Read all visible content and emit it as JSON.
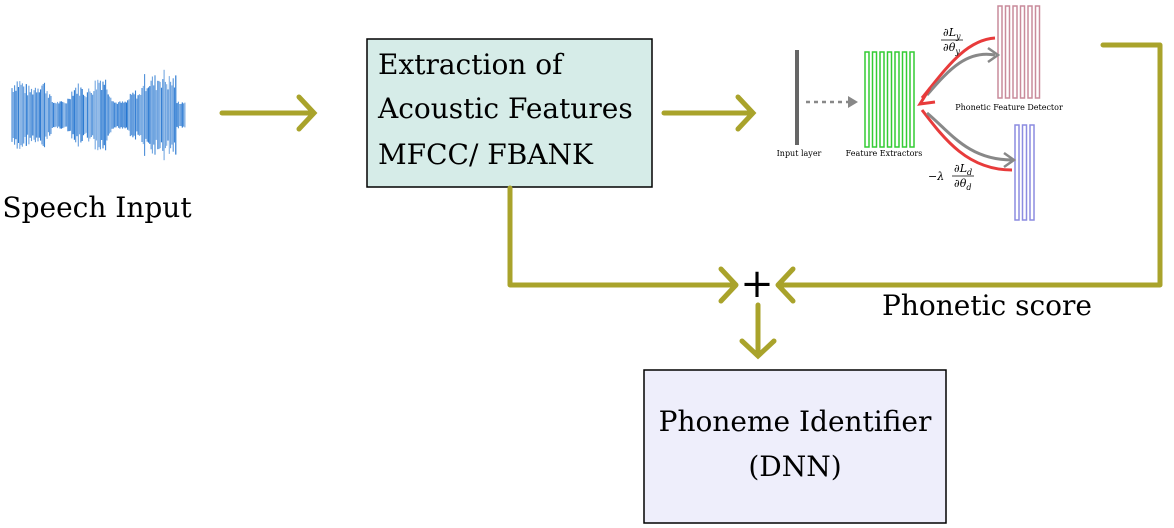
{
  "speech_input_label": "Speech Input",
  "extraction_box": {
    "line1": "Extraction of",
    "line2": "Acoustic Features",
    "line3": "MFCC/ FBANK",
    "fill": "#d6ece8"
  },
  "phoneme_box": {
    "line1": "Phoneme Identifier",
    "line2": "(DNN)",
    "fill": "#eeeefb"
  },
  "combine_symbol": "+",
  "phonetic_score_label": "Phonetic score",
  "network": {
    "input_layer_label": "Input layer",
    "feature_extractors_label": "Feature Extractors",
    "phonetic_detector_label": "Phonetic Feature Detector",
    "grad_y_num": "∂L",
    "grad_y_num_sub": "y",
    "grad_y_den": "∂θ",
    "grad_y_den_sub": "y",
    "grad_d_prefix": "−λ",
    "grad_d_num": "∂L",
    "grad_d_num_sub": "d",
    "grad_d_den": "∂θ",
    "grad_d_den_sub": "d"
  },
  "colors": {
    "arrow": "#a9a32b",
    "waveform": "#1b6fce",
    "extractor_bars": "#33cc33",
    "detector_bars": "#c98b9b",
    "domain_bars": "#8c8ce0",
    "reverse_gradient": "#e83b3b",
    "forward_gradient": "#888888"
  }
}
